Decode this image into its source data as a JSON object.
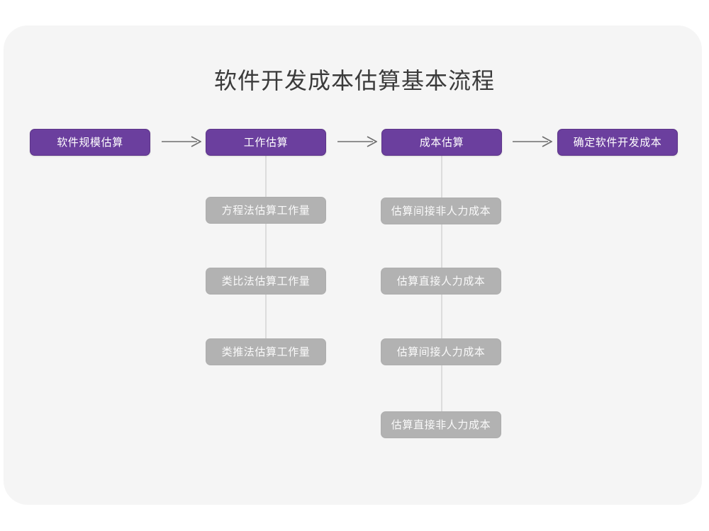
{
  "page": {
    "title": "软件开发成本估算基本流程",
    "background_color": "#ffffff",
    "card_color": "#f5f5f5"
  },
  "theme": {
    "primary_color": "#6b3f9e",
    "primary_border_color": "#5d3589",
    "secondary_color": "#b2b2b2",
    "secondary_border_color": "#adadad",
    "title_color": "#3b3b3b",
    "connector_color": "#dcdcdc",
    "arrow_color": "#6e6e6e",
    "node_text_color": "#ffffff"
  },
  "chart_data": {
    "type": "diagram",
    "title": "软件开发成本估算基本流程",
    "layout": "horizontal-flow-with-vertical-substeps",
    "main_flow": [
      {
        "id": "step-1",
        "label": "软件规模估算",
        "style": "primary"
      },
      {
        "id": "step-2",
        "label": "工作估算",
        "style": "primary"
      },
      {
        "id": "step-3",
        "label": "成本估算",
        "style": "primary"
      },
      {
        "id": "step-4",
        "label": "确定软件开发成本",
        "style": "primary"
      }
    ],
    "connectors": [
      {
        "from": "step-1",
        "to": "step-2",
        "type": "arrow-right"
      },
      {
        "from": "step-2",
        "to": "step-3",
        "type": "arrow-right"
      },
      {
        "from": "step-3",
        "to": "step-4",
        "type": "arrow-right"
      },
      {
        "from": "step-2",
        "to": "sub-2-1",
        "type": "line-down"
      },
      {
        "from": "step-3",
        "to": "sub-3-1",
        "type": "line-down"
      }
    ],
    "sub_steps": [
      {
        "parent": "step-2",
        "items": [
          {
            "id": "sub-2-1",
            "label": "方程法估算工作量",
            "style": "secondary"
          },
          {
            "id": "sub-2-2",
            "label": "类比法估算工作量",
            "style": "secondary"
          },
          {
            "id": "sub-2-3",
            "label": "类推法估算工作量",
            "style": "secondary"
          }
        ]
      },
      {
        "parent": "step-3",
        "items": [
          {
            "id": "sub-3-1",
            "label": "估算间接非人力成本",
            "style": "secondary"
          },
          {
            "id": "sub-3-2",
            "label": "估算直接人力成本",
            "style": "secondary"
          },
          {
            "id": "sub-3-3",
            "label": "估算间接人力成本",
            "style": "secondary"
          },
          {
            "id": "sub-3-4",
            "label": "估算直接非人力成本",
            "style": "secondary"
          }
        ]
      }
    ]
  }
}
